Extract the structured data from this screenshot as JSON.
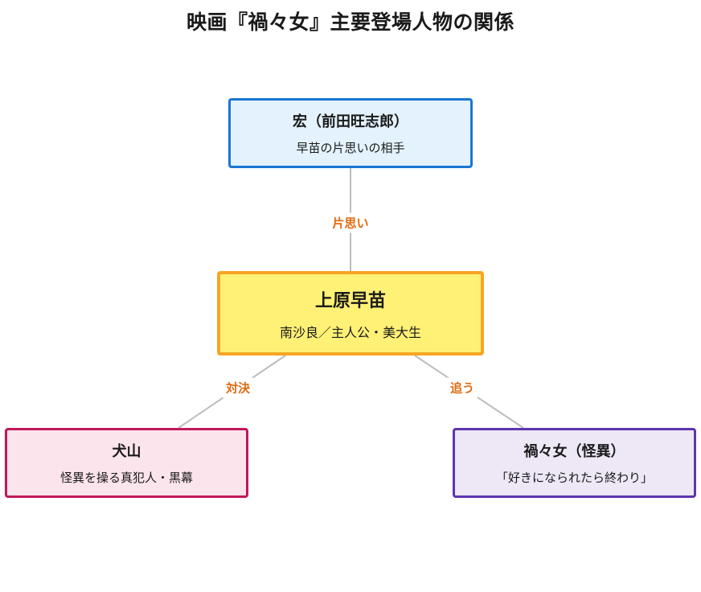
{
  "title": "映画『禍々女』主要登場人物の関係",
  "nodes": {
    "hiroshi": {
      "name": "宏（前田旺志郎）",
      "desc": "早苗の片思いの相手",
      "border": "#1976d2",
      "fill": "#e3f2fd"
    },
    "sanae": {
      "name": "上原早苗",
      "desc": "南沙良／主人公・美大生",
      "border": "#f5a623",
      "fill": "#fff176"
    },
    "inuyama": {
      "name": "犬山",
      "desc": "怪異を操る真犯人・黒幕",
      "border": "#c2185b",
      "fill": "#fce4ec"
    },
    "magame": {
      "name": "禍々女（怪異）",
      "desc": "「好きになられたら終わり」",
      "border": "#5e35b1",
      "fill": "#ede7f6"
    }
  },
  "edges": {
    "sanae_hiroshi": "片思い",
    "sanae_inuyama": "対決",
    "sanae_magame": "追う"
  },
  "colors": {
    "edge_line": "#bdbdbd",
    "edge_label": "#e06a10"
  }
}
